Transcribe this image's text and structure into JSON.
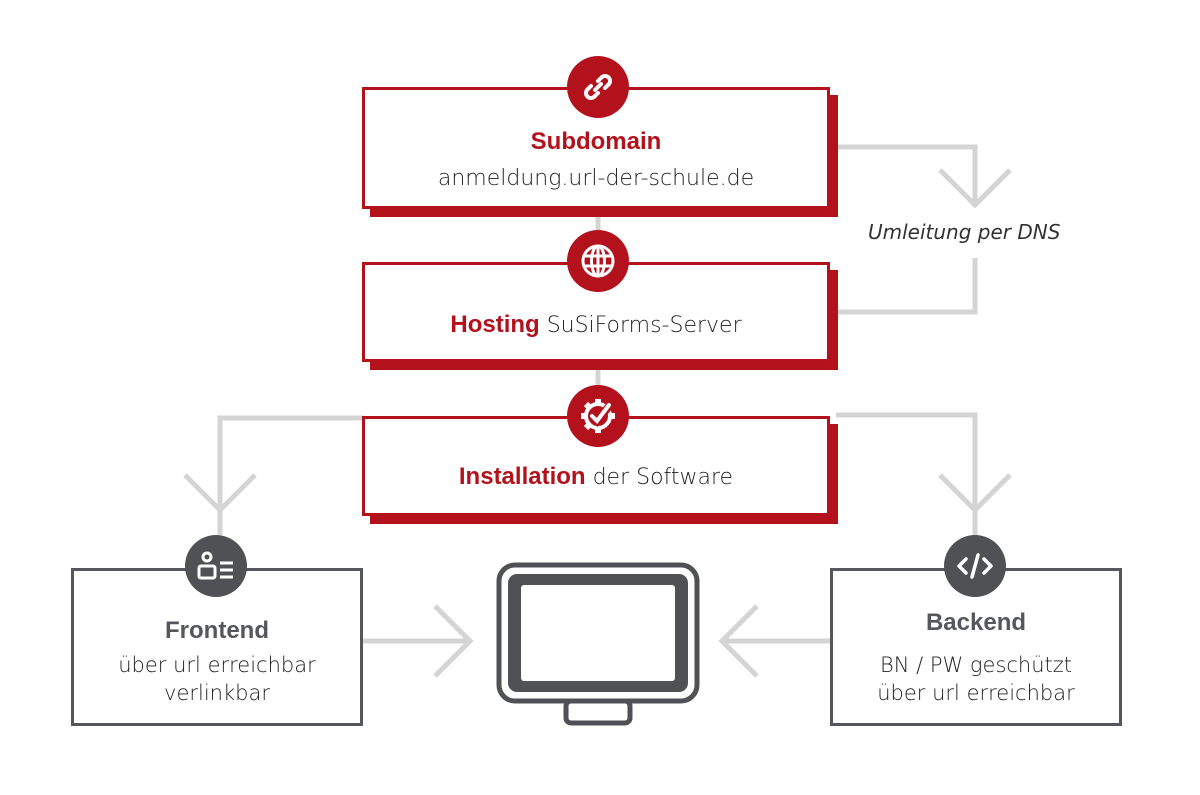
{
  "diagram": {
    "nodes": {
      "subdomain": {
        "title": "Subdomain",
        "subtitle": "anmeldung.url-der-schule.de",
        "icon": "link-icon"
      },
      "hosting": {
        "title": "Hosting",
        "subtitle": "SuSiForms-Server",
        "icon": "globe-icon"
      },
      "installation": {
        "title": "Installation",
        "subtitle": "der Software",
        "icon": "gear-check-icon"
      },
      "frontend": {
        "title": "Frontend",
        "line1": "über url erreichbar",
        "line2": "verlinkbar",
        "icon": "user-list-icon"
      },
      "backend": {
        "title": "Backend",
        "line1": "BN / PW geschützt",
        "line2": "über url erreichbar",
        "icon": "code-icon"
      },
      "device": {
        "icon": "tablet-screen-icon"
      }
    },
    "edges": [
      {
        "from": "subdomain",
        "to": "hosting",
        "label": "Umleitung per DNS"
      },
      {
        "from": "hosting",
        "to": "installation",
        "label": ""
      },
      {
        "from": "installation",
        "to": "frontend",
        "label": ""
      },
      {
        "from": "installation",
        "to": "backend",
        "label": ""
      },
      {
        "from": "frontend",
        "to": "device",
        "label": ""
      },
      {
        "from": "backend",
        "to": "device",
        "label": ""
      }
    ],
    "colors": {
      "accent": "#b3121d",
      "dark": "#56575c",
      "connector": "#d4d4d4"
    }
  }
}
